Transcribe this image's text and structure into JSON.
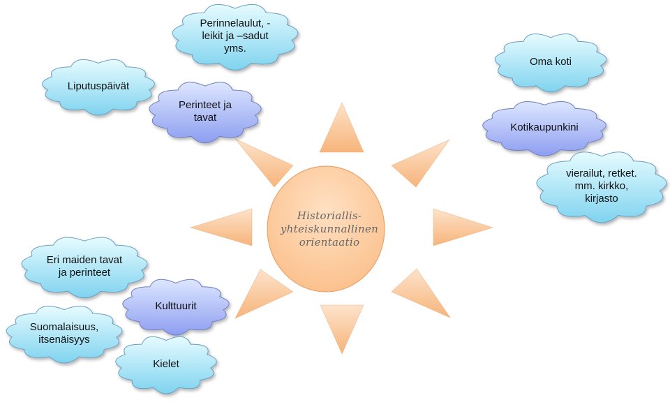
{
  "center": {
    "label": "Historiallis-\nyhteiskunnallinen\norientaatio"
  },
  "clouds": [
    {
      "key": "perinnelaulut",
      "label": "Perinnelaulut, -\nleikit ja –sadut\nyms.",
      "tone": "light"
    },
    {
      "key": "liputuspaivat",
      "label": "Liputuspäivät",
      "tone": "light"
    },
    {
      "key": "perinteet",
      "label": "Perinteet ja\ntavat",
      "tone": "dark"
    },
    {
      "key": "oma-koti",
      "label": "Oma koti",
      "tone": "light"
    },
    {
      "key": "kotikaupunkini",
      "label": "Kotikaupunkini",
      "tone": "dark"
    },
    {
      "key": "vierailut",
      "label": "vierailut, retket.\nmm. kirkko,\nkirjasto",
      "tone": "light"
    },
    {
      "key": "eri-maiden",
      "label": "Eri maiden tavat\nja perinteet",
      "tone": "light"
    },
    {
      "key": "kulttuurit",
      "label": "Kulttuurit",
      "tone": "dark"
    },
    {
      "key": "suomalaisuus",
      "label": "Suomalaisuus,\nitsenäisyys",
      "tone": "light"
    },
    {
      "key": "kielet",
      "label": "Kielet",
      "tone": "light"
    }
  ],
  "colors": {
    "cloud_light_top": "#e6fbff",
    "cloud_light_bottom": "#7fd3ef",
    "cloud_light_stroke": "#6a9fc0",
    "cloud_dark_top": "#dde6ff",
    "cloud_dark_bottom": "#8d9ef0",
    "cloud_dark_stroke": "#6d7fbf",
    "sun_top": "#ffe0c2",
    "sun_bottom": "#fbbf8a",
    "sun_stroke": "#e8a46c",
    "ray_top": "#fde3cb",
    "ray_bottom": "#f7b47a"
  }
}
